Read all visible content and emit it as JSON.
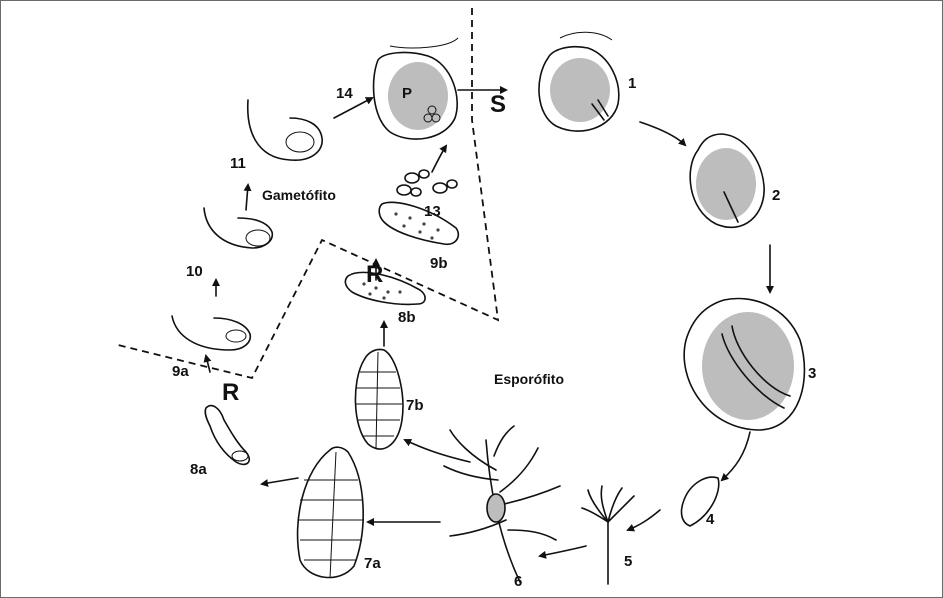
{
  "phases": {
    "gametophyte": "Gametófito",
    "sporophyte": "Esporófito"
  },
  "processes": {
    "syngamy": "S",
    "reduction_left": "R",
    "reduction_right": "R"
  },
  "stage_labels": {
    "s1": "1",
    "s2": "2",
    "s3": "3",
    "s4": "4",
    "s5": "5",
    "s6": "6",
    "s7a": "7a",
    "s7b": "7b",
    "s8a": "8a",
    "s8b": "8b",
    "s9a": "9a",
    "s9b": "9b",
    "s10": "10",
    "s11": "11",
    "s13": "13",
    "s14": "14",
    "p": "P"
  },
  "icons": [
    "ovule-icon",
    "seed-icon",
    "seedling-icon",
    "pine-branch-icon",
    "cone-icon",
    "scale-icon",
    "pollen-icon"
  ]
}
